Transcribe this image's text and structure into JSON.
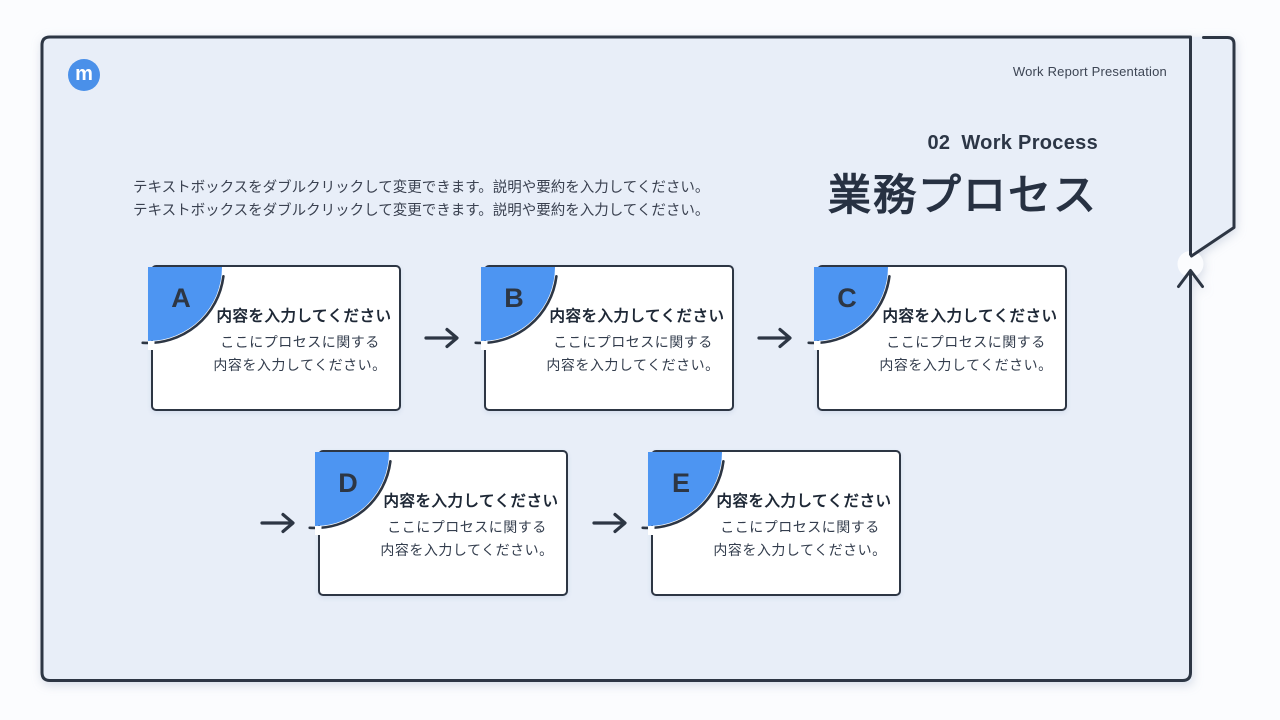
{
  "theme": {
    "accent_blue": "#4d95f2",
    "ink": "#2d3644",
    "slide_bg": "#e8eef8",
    "page_bg": "#fbfcfe",
    "box_bg": "#ffffff"
  },
  "logo": {
    "letter": "m"
  },
  "header": {
    "right_label": "Work Report Presentation"
  },
  "title": {
    "number": "02",
    "label_en": "Work Process",
    "label_jp": "業務プロセス"
  },
  "description": {
    "lines": [
      "テキストボックスをダブルクリックして変更できます。説明や要約を入力してください。",
      "テキストボックスをダブルクリックして変更できます。説明や要約を入力してください。"
    ]
  },
  "process": {
    "boxes": [
      {
        "letter": "A",
        "title": "内容を入力してください",
        "body": [
          "ここにプロセスに関する",
          "内容を入力してください。"
        ]
      },
      {
        "letter": "B",
        "title": "内容を入力してください",
        "body": [
          "ここにプロセスに関する",
          "内容を入力してください。"
        ]
      },
      {
        "letter": "C",
        "title": "内容を入力してください",
        "body": [
          "ここにプロセスに関する",
          "内容を入力してください。"
        ]
      },
      {
        "letter": "D",
        "title": "内容を入力してください",
        "body": [
          "ここにプロセスに関する",
          "内容を入力してください。"
        ]
      },
      {
        "letter": "E",
        "title": "内容を入力してください",
        "body": [
          "ここにプロセスに関する",
          "内容を入力してください。"
        ]
      }
    ]
  }
}
